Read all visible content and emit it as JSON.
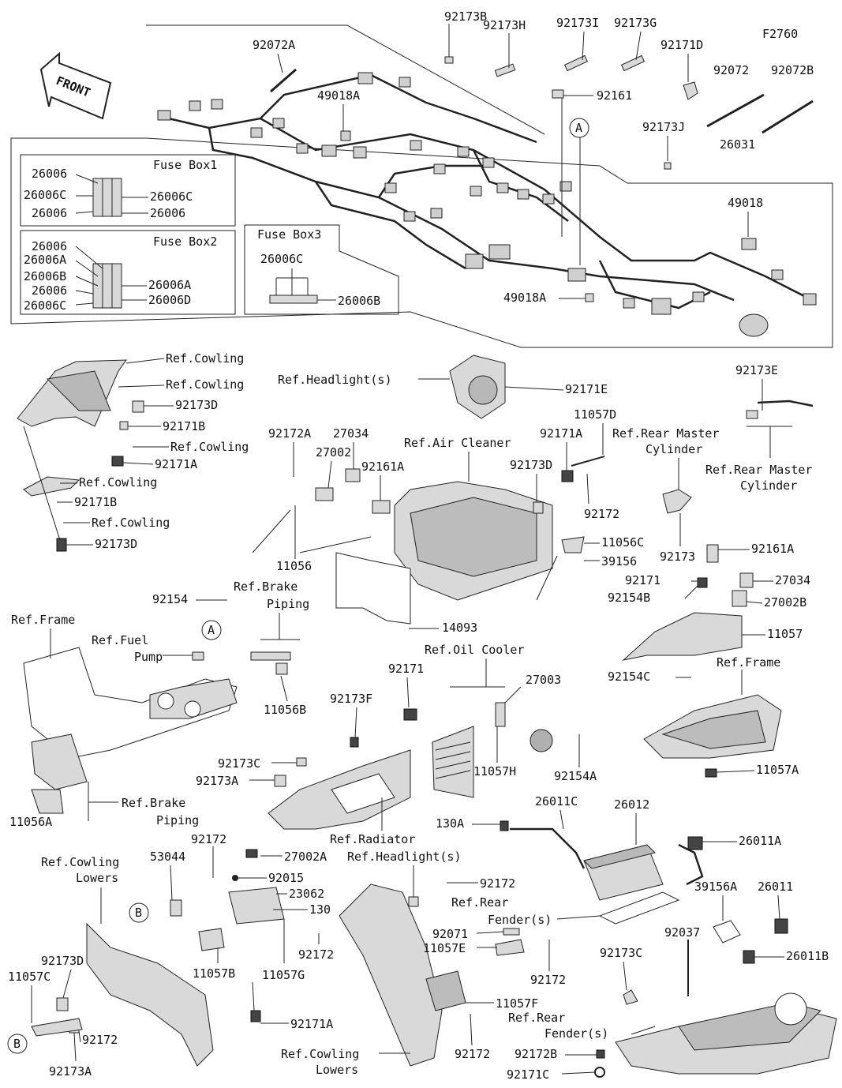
{
  "figure_code": "F2760",
  "front_label": "FRONT",
  "callout_a": "A",
  "callout_b": "B",
  "fuse_boxes": [
    {
      "title": "Fuse Box1",
      "labels_left": [
        "26006",
        "26006C",
        "26006"
      ],
      "labels_right": [
        "26006C",
        "26006"
      ]
    },
    {
      "title": "Fuse Box2",
      "labels_left": [
        "26006",
        "26006A",
        "26006B",
        "26006",
        "26006C"
      ],
      "labels_right": [
        "26006A",
        "26006D"
      ]
    },
    {
      "title": "Fuse Box3",
      "labels_top": "26006C",
      "labels_right": "26006B"
    }
  ],
  "top_labels": [
    "92173B",
    "92173H",
    "92173I",
    "92173G",
    "92171D",
    "92072A",
    "92072",
    "92072B",
    "49018A",
    "92161",
    "92173J",
    "26031",
    "49018",
    "49018A"
  ],
  "left_cluster": [
    "Ref.Cowling",
    "Ref.Cowling",
    "92173D",
    "92171B",
    "Ref.Cowling",
    "92171A",
    "Ref.Cowling",
    "92171B",
    "Ref.Cowling",
    "92173D"
  ],
  "middle_labels": [
    "Ref.Headlight(s)",
    "92171E",
    "92172A",
    "27034",
    "27002",
    "92161A",
    "Ref.Air Cleaner",
    "11056",
    "92171A",
    "11057D",
    "92173D",
    "92172",
    "11056C",
    "39156",
    "14093"
  ],
  "right_labels": [
    "92173E",
    "Ref.Rear Master",
    "Cylinder",
    "Ref.Rear Master",
    "Cylinder",
    "92173",
    "92161A",
    "92171",
    "27034",
    "92154B",
    "27002B",
    "11057",
    "Ref.Frame",
    "92154C",
    "11057A"
  ],
  "center_labels": [
    "92154",
    "Ref.Brake",
    "Piping",
    "Ref.Frame",
    "Ref.Fuel",
    "Pump",
    "11056B",
    "92171",
    "92173F",
    "Ref.Oil Cooler",
    "27003",
    "11057H",
    "92154A",
    "92173C",
    "92173A",
    "Ref.Radiator",
    "11056A",
    "Ref.Brake",
    "Piping"
  ],
  "bottom_labels": [
    "Ref.Cowling",
    "Lowers",
    "53044",
    "92172",
    "27002A",
    "92015",
    "23062",
    "130",
    "11057B",
    "11057G",
    "92172",
    "92173D",
    "11057C",
    "92172",
    "92173A",
    "92171A",
    "Ref.Headlight(s)",
    "92172",
    "Ref.Rear",
    "Fender(s)",
    "92071",
    "11057E",
    "92172",
    "11057F",
    "Ref.Rear",
    "Fender(s)",
    "92172",
    "Ref.Cowling",
    "Lowers",
    "130A",
    "26011C",
    "26012",
    "26011A",
    "39156A",
    "26011",
    "92037",
    "92173C",
    "26011B",
    "92172B",
    "92171C"
  ]
}
